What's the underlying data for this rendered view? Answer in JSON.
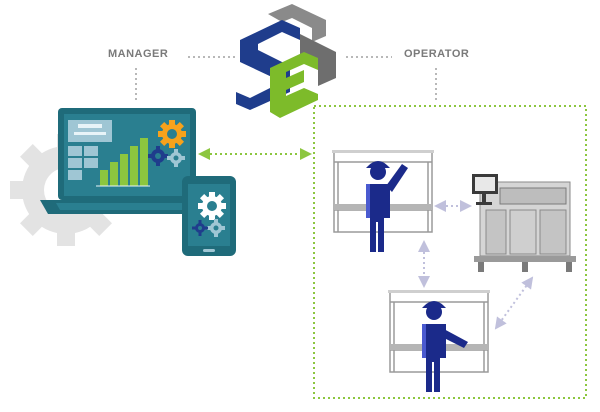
{
  "labels": {
    "manager": "MANAGER",
    "operator": "OPERATOR"
  },
  "logo": {
    "text": "SE",
    "colors": {
      "dark": "#4a4a4a",
      "blue": "#1f3d8c",
      "green": "#7dbb2a",
      "grey": "#8a8a8a"
    }
  },
  "colors": {
    "teal": "#1f6b7a",
    "navy": "#1b2a8a",
    "green": "#8cc63f",
    "orange": "#f7a21b",
    "light_grey": "#c8c8c8",
    "lilac_arrow": "#c8c8e0"
  },
  "icons": [
    "laptop-dashboard-icon",
    "tablet-gears-icon",
    "background-gear-icon",
    "worker-at-station-icon",
    "printing-machine-icon"
  ]
}
